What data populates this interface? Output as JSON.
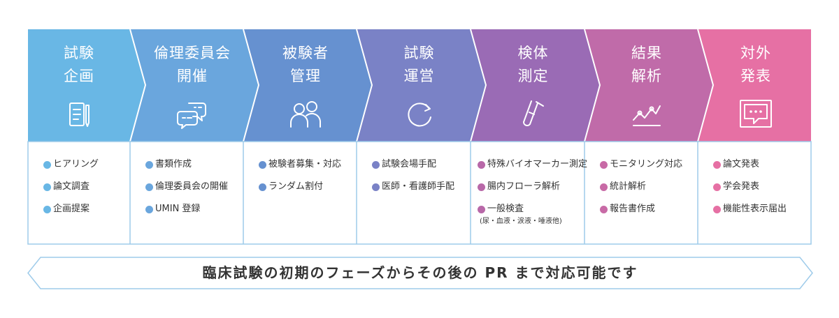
{
  "stages": [
    {
      "title_lines": [
        "試験",
        "企画"
      ],
      "icon": "document-pen-icon",
      "color": "#69b7e5",
      "dot_color": "#69b7e5",
      "items": [
        {
          "text": "ヒアリング"
        },
        {
          "text": "論文調査"
        },
        {
          "text": "企画提案"
        }
      ]
    },
    {
      "title_lines": [
        "倫理委員会",
        "開催"
      ],
      "icon": "chat-bubbles-icon",
      "color": "#6aa6dd",
      "dot_color": "#6aa6dd",
      "items": [
        {
          "text": "書類作成"
        },
        {
          "text": "倫理委員会の開催"
        },
        {
          "text": "UMIN 登録"
        }
      ]
    },
    {
      "title_lines": [
        "被験者",
        "管理"
      ],
      "icon": "people-icon",
      "color": "#6691d0",
      "dot_color": "#6691d0",
      "items": [
        {
          "text": "被験者募集・対応"
        },
        {
          "text": "ランダム割付"
        }
      ]
    },
    {
      "title_lines": [
        "試験",
        "運営"
      ],
      "icon": "refresh-icon",
      "color": "#7a82c6",
      "dot_color": "#7a82c6",
      "items": [
        {
          "text": "試験会場手配"
        },
        {
          "text": "医師・看護師手配"
        }
      ]
    },
    {
      "title_lines": [
        "検体",
        "測定"
      ],
      "icon": "test-tube-icon",
      "color": "#9a6bb5",
      "dot_color": "#b868a8",
      "items": [
        {
          "text": "特殊バイオマーカー測定"
        },
        {
          "text": "腸内フローラ解析"
        },
        {
          "text": "一般検査",
          "note": "(尿・血液・涙液・唾液他)"
        }
      ]
    },
    {
      "title_lines": [
        "結果",
        "解析"
      ],
      "icon": "line-chart-icon",
      "color": "#c06ba9",
      "dot_color": "#c86aa6",
      "items": [
        {
          "text": "モニタリング対応"
        },
        {
          "text": "統計解析"
        },
        {
          "text": "報告書作成"
        }
      ]
    },
    {
      "title_lines": [
        "対外",
        "発表"
      ],
      "icon": "presentation-screen-icon",
      "color": "#e670a4",
      "dot_color": "#e670a4",
      "items": [
        {
          "text": "論文発表"
        },
        {
          "text": "学会発表"
        },
        {
          "text": "機能性表示届出"
        }
      ]
    }
  ],
  "banner": {
    "text": "臨床試験の初期のフェーズからその後の PR まで対応可能です",
    "border_color": "#9ecbea"
  },
  "table_border_color": "#9ecbea"
}
